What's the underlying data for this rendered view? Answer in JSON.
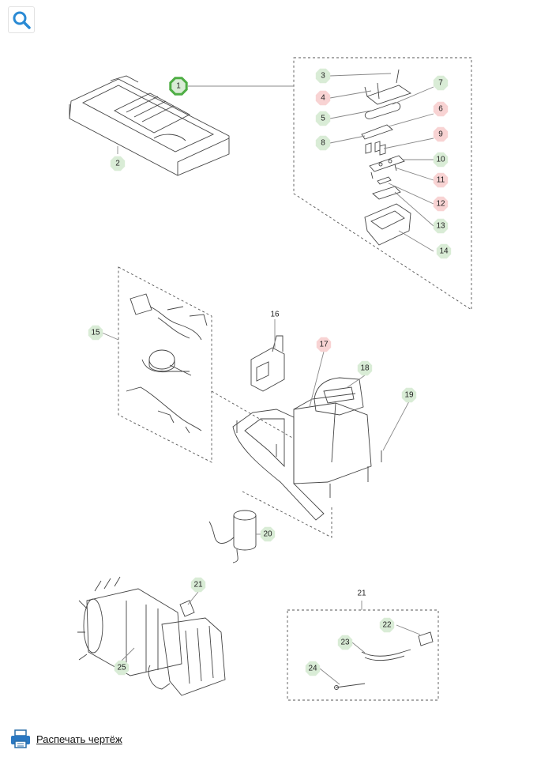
{
  "toolbar": {
    "search_icon": "search-icon"
  },
  "footer": {
    "print_label": "Распечать чертёж",
    "print_icon": "printer-icon"
  },
  "colors": {
    "available": "#d9ecd6",
    "unavailable": "#f8d3d3",
    "selected_ring": "#4fae45",
    "line": "#555555"
  },
  "callouts": [
    {
      "label": "1",
      "state": "selected"
    },
    {
      "label": "2",
      "state": "available"
    },
    {
      "label": "3",
      "state": "available"
    },
    {
      "label": "4",
      "state": "unavailable"
    },
    {
      "label": "5",
      "state": "available"
    },
    {
      "label": "6",
      "state": "unavailable"
    },
    {
      "label": "7",
      "state": "available"
    },
    {
      "label": "8",
      "state": "available"
    },
    {
      "label": "9",
      "state": "unavailable"
    },
    {
      "label": "10",
      "state": "available"
    },
    {
      "label": "11",
      "state": "unavailable"
    },
    {
      "label": "12",
      "state": "unavailable"
    },
    {
      "label": "13",
      "state": "available"
    },
    {
      "label": "14",
      "state": "available"
    },
    {
      "label": "15",
      "state": "available"
    },
    {
      "label": "16",
      "state": "plain"
    },
    {
      "label": "17",
      "state": "unavailable"
    },
    {
      "label": "18",
      "state": "available"
    },
    {
      "label": "19",
      "state": "available"
    },
    {
      "label": "20",
      "state": "available"
    },
    {
      "label": "21",
      "state": "available"
    },
    {
      "label": "21",
      "state": "plain"
    },
    {
      "label": "22",
      "state": "available"
    },
    {
      "label": "23",
      "state": "available"
    },
    {
      "label": "24",
      "state": "available"
    },
    {
      "label": "25",
      "state": "available"
    }
  ]
}
